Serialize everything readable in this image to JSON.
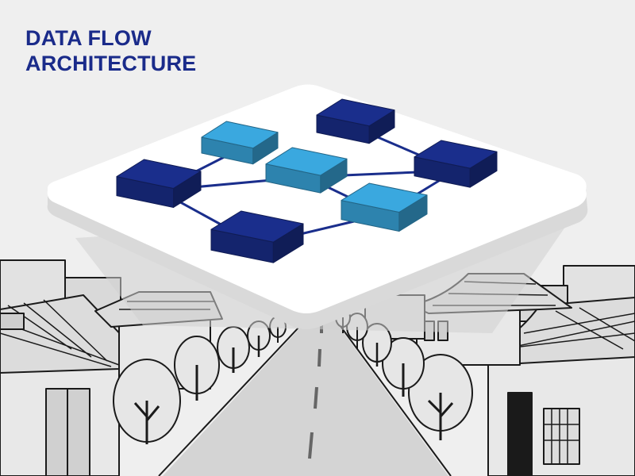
{
  "title": {
    "line1": "DATA FLOW",
    "line2": "ARCHITECTURE"
  },
  "colors": {
    "title": "#1a2b8a",
    "block_dark": "#1a2e8c",
    "block_light": "#3aa8df",
    "connector": "#1a2e8c",
    "platform": "#ffffff",
    "background": "#efefef",
    "line_art": "#1a1a1a"
  },
  "diagram": {
    "blocks": [
      {
        "id": "b1",
        "tone": "light"
      },
      {
        "id": "b2",
        "tone": "dark"
      },
      {
        "id": "b3",
        "tone": "dark"
      },
      {
        "id": "b4",
        "tone": "light"
      },
      {
        "id": "b5",
        "tone": "dark"
      },
      {
        "id": "b6",
        "tone": "light"
      },
      {
        "id": "b7",
        "tone": "dark"
      }
    ],
    "connections": [
      [
        "b3",
        "b1"
      ],
      [
        "b3",
        "b4"
      ],
      [
        "b2",
        "b5"
      ],
      [
        "b4",
        "b5"
      ],
      [
        "b3",
        "b7"
      ],
      [
        "b7",
        "b6"
      ],
      [
        "b6",
        "b5"
      ],
      [
        "b4",
        "b6"
      ]
    ]
  }
}
